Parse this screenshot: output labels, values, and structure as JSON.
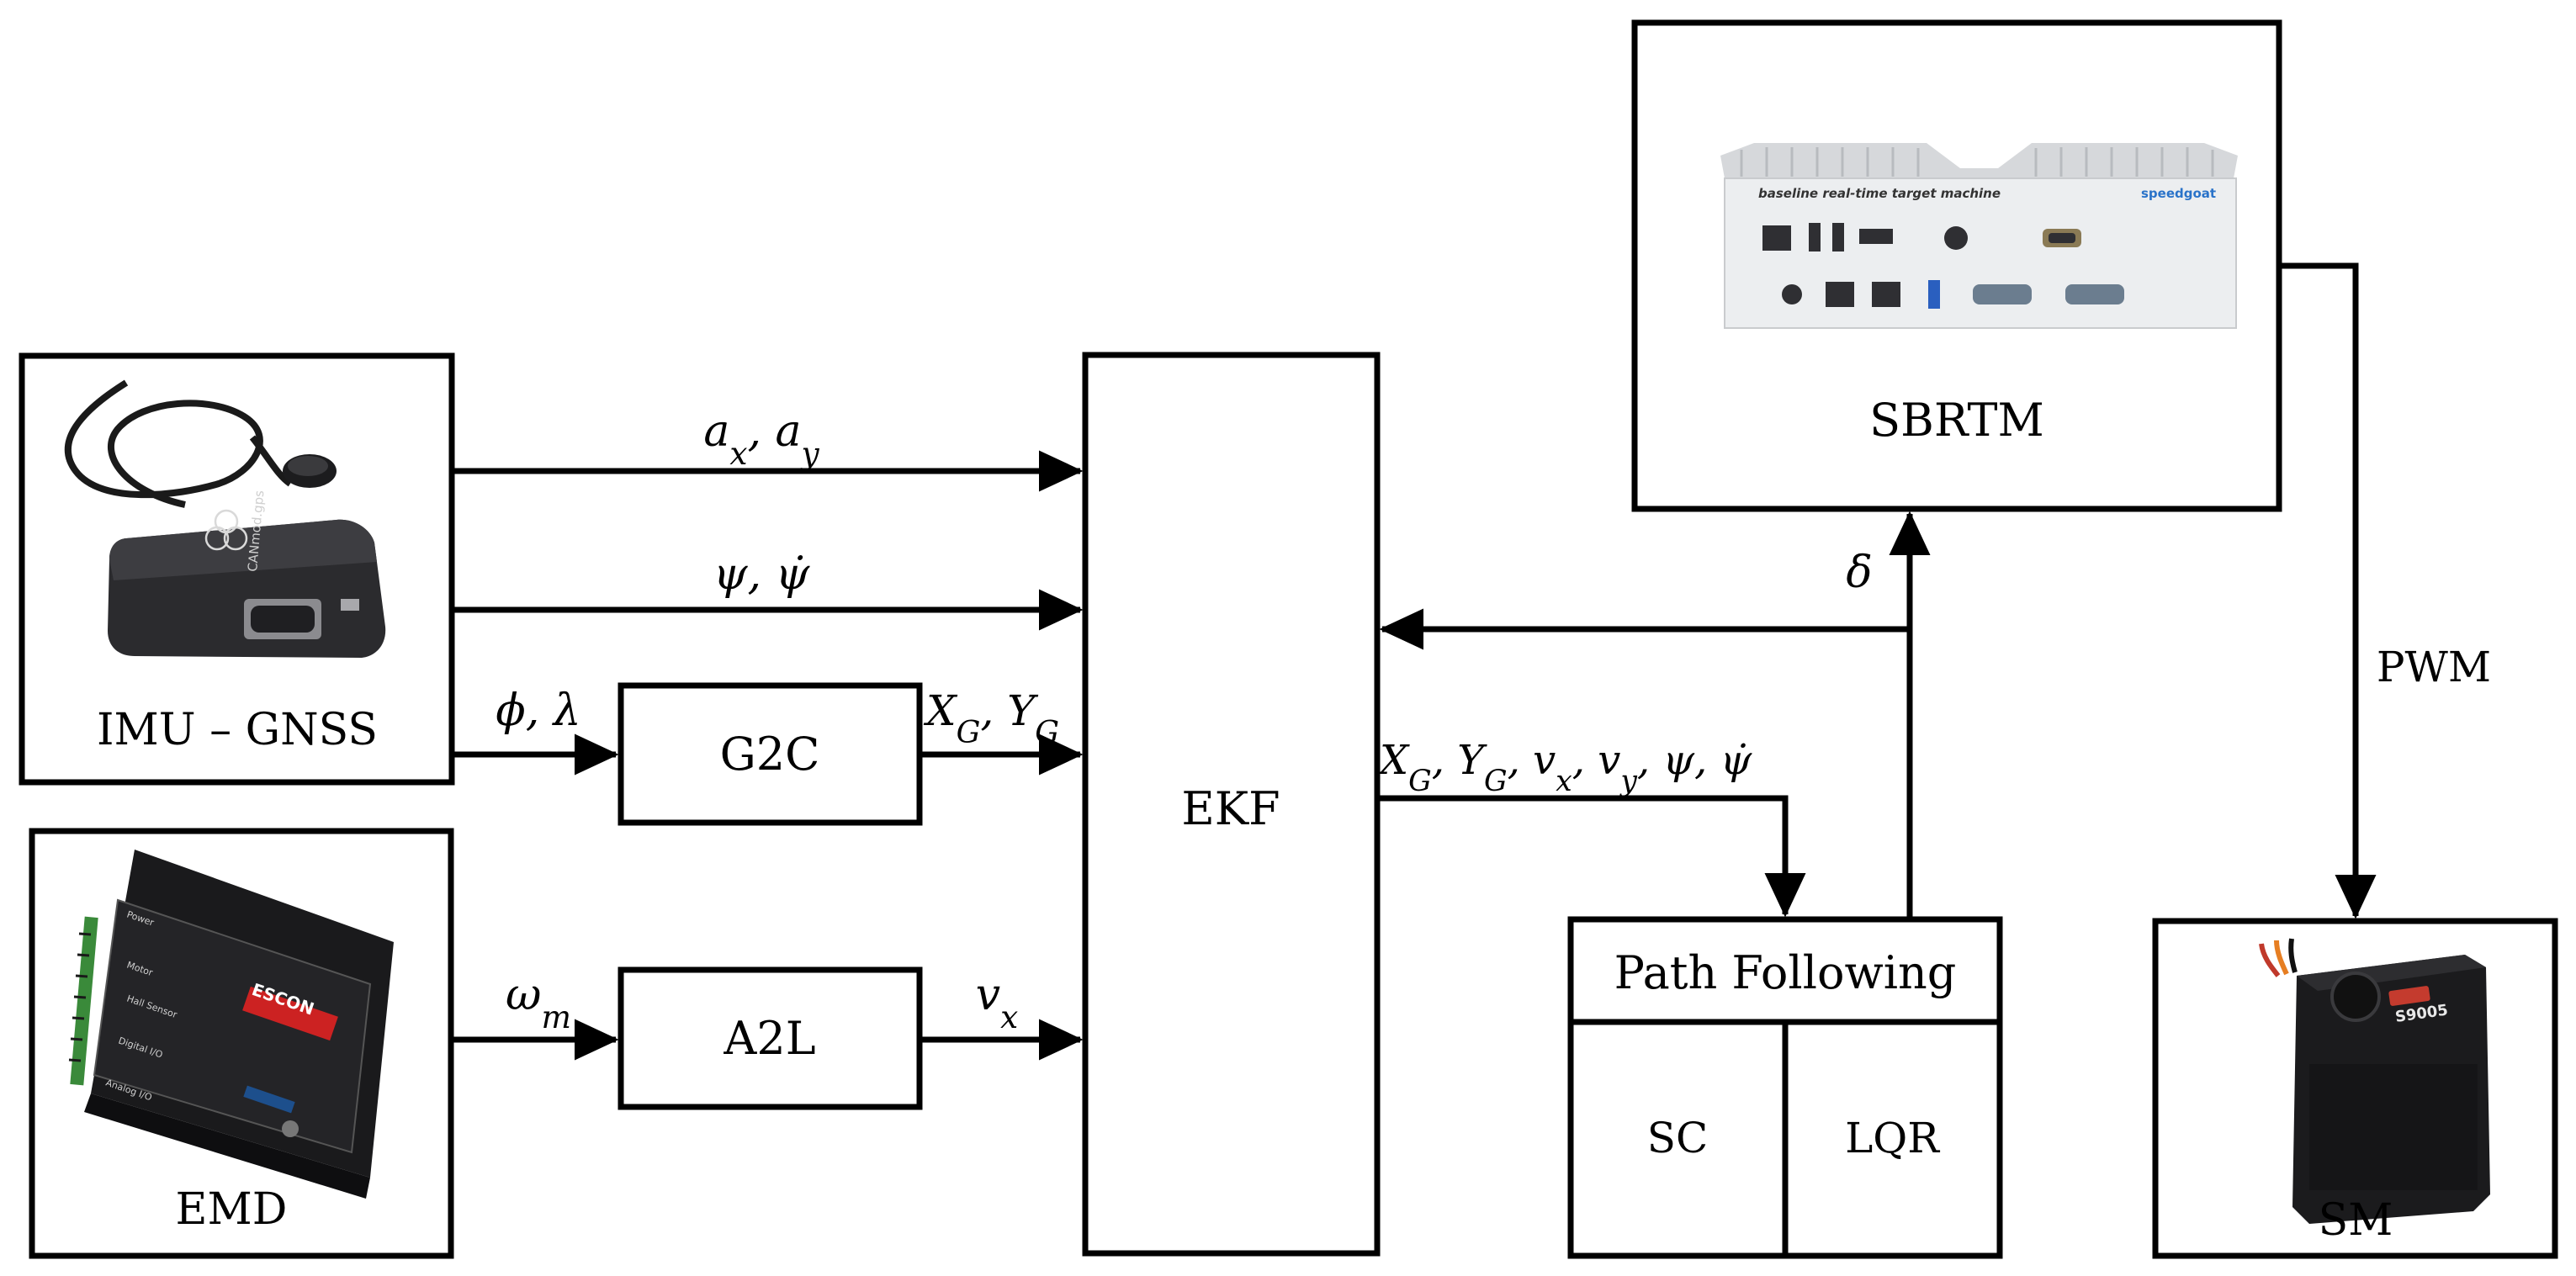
{
  "blocks": {
    "imu_gnss": "IMU – GNSS",
    "emd": "EMD",
    "g2c": "G2C",
    "a2l": "A2L",
    "ekf": "EKF",
    "sbrtm": "SBRTM",
    "path_following": "Path Following",
    "sc": "SC",
    "lqr": "LQR",
    "sm": "SM"
  },
  "devices": {
    "imu_case_text": "CANmod.gps",
    "emd_brand": "ESCON",
    "emd_labels": [
      "Power",
      "Motor",
      "Hall Sensor",
      "Digital I/O",
      "Analog I/O"
    ],
    "sbrtm_header": "baseline real-time target machine",
    "sbrtm_brand": "speedgoat",
    "sm_brand": "S9005"
  },
  "signals": {
    "imu_accel": "a_x, a_y",
    "imu_yaw": "ψ, ψ̇",
    "gnss_coords": "ϕ, λ",
    "g2c_out": "X_G, Y_G",
    "motor_speed": "ω_m",
    "a2l_out": "v_x",
    "ekf_out": "X_G, Y_G, v_x, v_y, ψ, ψ̇",
    "steer": "δ",
    "pwm": "PWM"
  },
  "colors": {
    "line": "#000000",
    "background": "#ffffff",
    "device_dark": "#2b2b2e",
    "device_light": "#eceef0",
    "emd_red": "#cc2222",
    "emd_blue": "#1d4f8c"
  }
}
